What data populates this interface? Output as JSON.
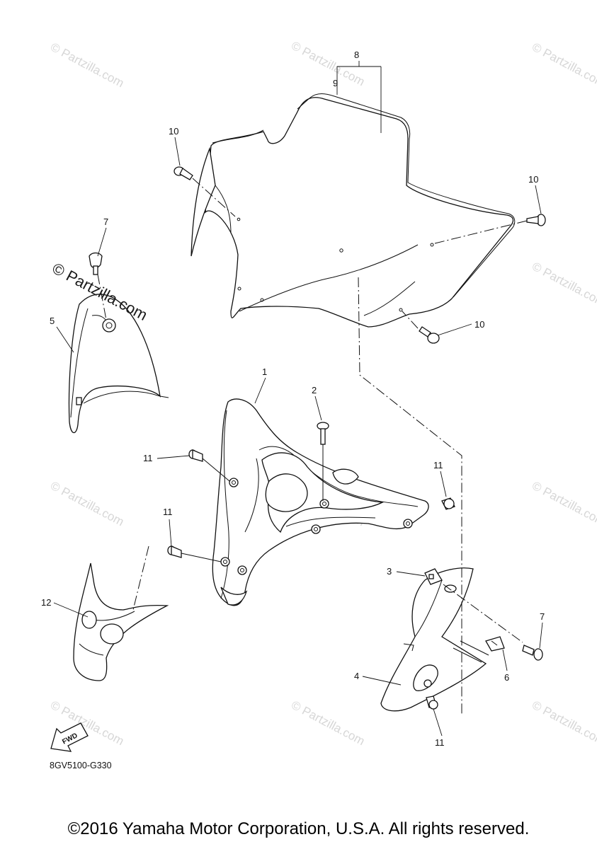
{
  "diagram": {
    "callouts": {
      "c1": "1",
      "c2": "2",
      "c3": "3",
      "c4": "4",
      "c5": "5",
      "c6": "6",
      "c7a": "7",
      "c7b": "7",
      "c8": "8",
      "c9": "9",
      "c10a": "10",
      "c10b": "10",
      "c10c": "10",
      "c11a": "11",
      "c11b": "11",
      "c11c": "11",
      "c11d": "11",
      "c12": "12"
    },
    "fwd_label": "FWD",
    "drawing_code": "8GV5100-G330",
    "watermarks": {
      "main": "© Partzilla.com",
      "faint": "© Partzilla.com"
    }
  },
  "footer": {
    "copyright": "©2016 Yamaha Motor Corporation, U.S.A. All rights reserved."
  }
}
